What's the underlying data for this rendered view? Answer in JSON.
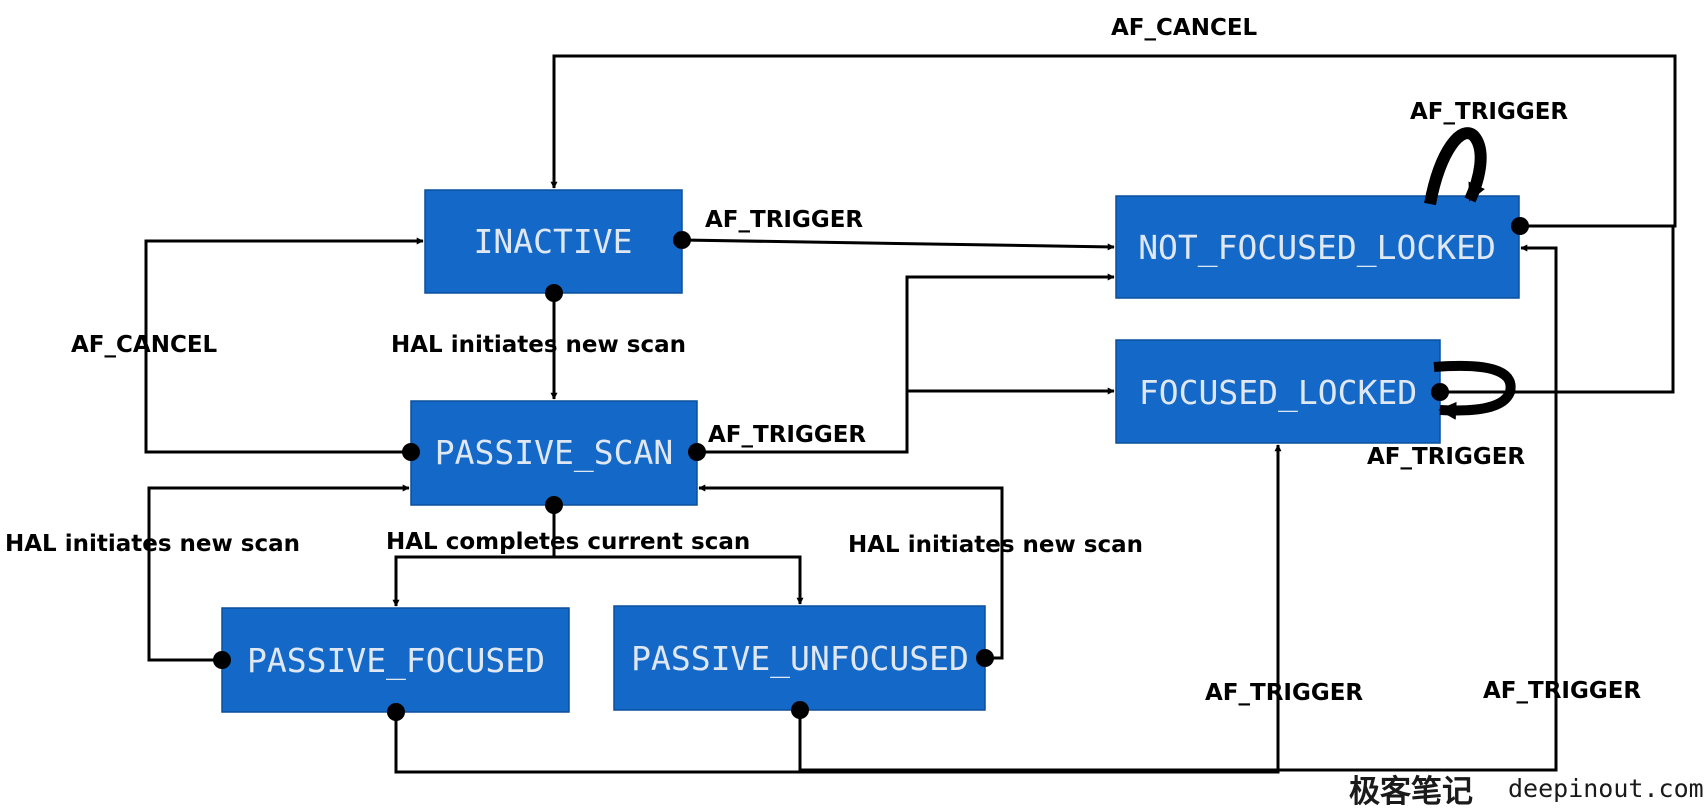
{
  "colors": {
    "state_fill": "#1469c8",
    "state_border": "#0b4f9c",
    "state_text": "#dfe7f2",
    "line": "#000000",
    "label": "#000000"
  },
  "states": {
    "inactive": "INACTIVE",
    "passive_scan": "PASSIVE_SCAN",
    "passive_focused": "PASSIVE_FOCUSED",
    "passive_unfocused": "PASSIVE_UNFOCUSED",
    "not_focused_locked": "NOT_FOCUSED_LOCKED",
    "focused_locked": "FOCUSED_LOCKED"
  },
  "transitions": {
    "cancel_top": "AF_CANCEL",
    "trigger_nfl_self": "AF_TRIGGER",
    "trigger_inactive": "AF_TRIGGER",
    "cancel_left": "AF_CANCEL",
    "hal_new_scan_inactive": "HAL initiates new scan",
    "trigger_passive_scan": "AF_TRIGGER",
    "trigger_fl_self": "AF_TRIGGER",
    "hal_new_scan_focused": "HAL initiates new scan",
    "hal_complete_scan": "HAL completes current scan",
    "hal_new_scan_unfocused": "HAL initiates new scan",
    "trigger_bottom_a": "AF_TRIGGER",
    "trigger_bottom_b": "AF_TRIGGER"
  },
  "watermark": {
    "chinese": "极客笔记",
    "site": "deepinout.com"
  }
}
